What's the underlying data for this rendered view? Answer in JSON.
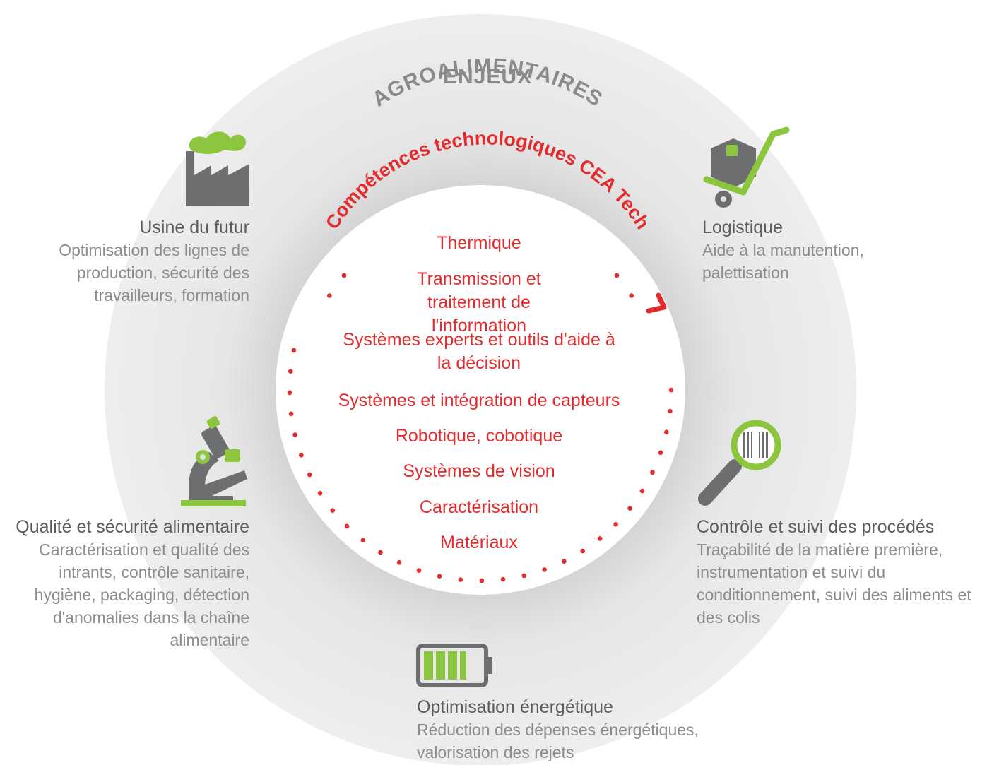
{
  "colors": {
    "accent": "#e32a2c",
    "green": "#8cc63f",
    "icon_grey": "#6d6e70",
    "ring": "#e4e4e4",
    "title_grey": "#8a8a8a"
  },
  "outer_title": {
    "line1": "ENJEUX",
    "line2": "AGROALIMENTAIRES"
  },
  "inner_title": "Compétences technologiques CEA Tech",
  "competences": [
    "Thermique",
    "Transmission et traitement de l'information",
    "Systèmes experts et outils d'aide à la décision",
    "Systèmes et intégration de capteurs",
    "Robotique, cobotique",
    "Systèmes de vision",
    "Caractérisation",
    "Matériaux"
  ],
  "areas": [
    {
      "title": "Usine du futur",
      "description": "Optimisation des lignes de production, sécurité des travailleurs, formation",
      "icon": "factory-icon"
    },
    {
      "title": "Logistique",
      "description": "Aide à la manutention, palettisation",
      "icon": "hand-truck-icon"
    },
    {
      "title": "Qualité et sécurité alimentaire",
      "description": "Caractérisation et qualité des intrants, contrôle sanitaire, hygiène, packaging, détection d'anomalies dans la chaîne alimentaire",
      "icon": "microscope-icon"
    },
    {
      "title": "Contrôle et suivi des procédés",
      "description": "Traçabilité de la matière première, instrumentation et suivi du conditionnement, suivi des aliments et des colis",
      "icon": "magnifier-barcode-icon"
    },
    {
      "title": "Optimisation énergétique",
      "description": "Réduction des dépenses énergétiques, valorisation des rejets",
      "icon": "battery-icon"
    }
  ]
}
